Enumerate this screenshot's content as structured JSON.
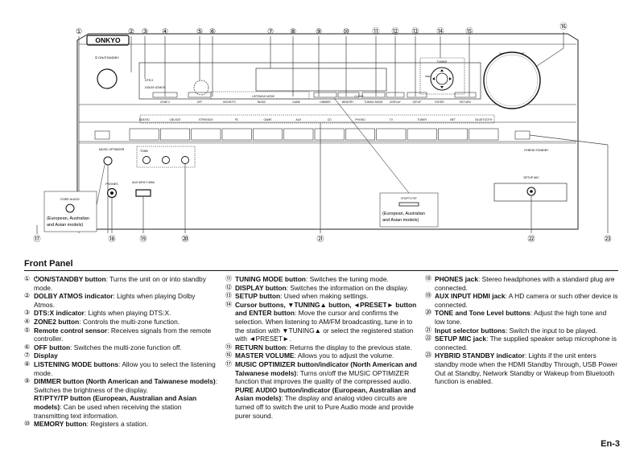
{
  "diagram": {
    "callouts": [
      "①",
      "②",
      "③",
      "④",
      "⑤",
      "⑥",
      "⑦",
      "⑧",
      "⑨",
      "⑩",
      "⑪",
      "⑫",
      "⑬",
      "⑭",
      "⑮",
      "⑯",
      "⑰",
      "⑱",
      "⑲",
      "⑳",
      "㉑",
      "㉒",
      "㉓"
    ],
    "brand": "ONKYO",
    "on_standby_label": "⏻ ON/STANDBY",
    "dts_x_label": "DTS:X",
    "dolby_atmos_label": "DOLBY ATMOS",
    "zone2_label": "ZONE 2",
    "off_label": "OFF",
    "listening_mode_label": "LISTENING MODE",
    "dimmer_label": "DIMMER",
    "memory_label": "MEMORY",
    "tuning_mode_label": "TUNING MODE",
    "display_label": "DISPLAY",
    "setup_label": "SETUP",
    "enter_label": "ENTER",
    "return_label": "RETURN",
    "tuning_label": "TUNING",
    "preset_label": "PRESET",
    "master_volume_label": "MASTER VOLUME",
    "movie_tv_label": "MOVIE/TV",
    "music_label": "MUSIC",
    "game_label": "GAME",
    "clear_label": "CLEAR",
    "input_buttons": [
      "BD/DVD",
      "CBL/SAT",
      "STRM BOX",
      "PC",
      "GAME",
      "AUX",
      "CD",
      "PHONO",
      "TV",
      "TUNER",
      "NET",
      "BLUETOOTH"
    ],
    "music_optimizer_label": "MUSIC OPTIMIZER",
    "hybrid_standby_label": "HYBRID STANDBY",
    "tone_label": "TONE",
    "phones_label": "PHONES",
    "aux_input_label": "AUX INPUT HDMI",
    "setup_mic_label": "SETUP MIC",
    "pure_audio_label": "PURE AUDIO",
    "rt_pty_tp_label": "RT/PTY/TP",
    "region_note": "(European, Australian and Asian models)"
  },
  "section_title": "Front Panel",
  "items": [
    {
      "num": "①",
      "title": "⏻ON/STANDBY button",
      "text": ": Turns the unit on or into standby mode."
    },
    {
      "num": "②",
      "title": "DOLBY ATMOS indicator",
      "text": ": Lights when playing Dolby Atmos."
    },
    {
      "num": "③",
      "title": "DTS:X indicator",
      "text": ": Lights when playing DTS:X."
    },
    {
      "num": "④",
      "title": "ZONE2 button",
      "text": ": Controls the multi-zone function."
    },
    {
      "num": "⑤",
      "title": "Remote control sensor",
      "text": ": Receives signals from the remote controller."
    },
    {
      "num": "⑥",
      "title": "OFF button",
      "text": ": Switches the multi-zone function off."
    },
    {
      "num": "⑦",
      "title": "Display",
      "text": ""
    },
    {
      "num": "⑧",
      "title": "LISTENING MODE buttons",
      "text": ": Allow you to select the listening mode."
    },
    {
      "num": "⑨",
      "title": "DIMMER button (North American and Taiwanese models)",
      "text": ": Switches the brightness of the display.",
      "title2": "RT/PTY/TP button (European, Australian and Asian models)",
      "text2": ": Can be used when receiving the station transmitting text information."
    },
    {
      "num": "⑩",
      "title": "MEMORY button",
      "text": ": Registers a station."
    },
    {
      "num": "⑪",
      "title": "TUNING MODE button",
      "text": ": Switches the tuning mode."
    },
    {
      "num": "⑫",
      "title": "DISPLAY button",
      "text": ": Switches the information on the display."
    },
    {
      "num": "⑬",
      "title": "SETUP button",
      "text": ": Used when making settings."
    },
    {
      "num": "⑭",
      "title": "Cursor buttons, ▼TUNING▲ button, ◄PRESET► button and ENTER button",
      "text": ": Move the cursor and confirms the selection. When listening to AM/FM broadcasting, tune in to the station with ▼TUNING▲ or select the registered station with ◄PRESET►."
    },
    {
      "num": "⑮",
      "title": "RETURN button",
      "text": ": Returns the display to the previous state."
    },
    {
      "num": "⑯",
      "title": "MASTER VOLUME",
      "text": ": Allows you to adjust the volume."
    },
    {
      "num": "⑰",
      "title": "MUSIC OPTIMIZER button/indicator (North American and Taiwanese models)",
      "text": ": Turns on/off the MUSIC OPTIMIZER function that improves the quality of the compressed audio.",
      "title2": "PURE AUDIO button/indicator (European, Australian and Asian models)",
      "text2": ": The display and analog video circuits are turned off to switch the unit to Pure Audio mode and provide purer sound."
    },
    {
      "num": "⑱",
      "title": "PHONES jack",
      "text": ": Stereo headphones with a standard plug are connected."
    },
    {
      "num": "⑲",
      "title": "AUX INPUT HDMI jack",
      "text": ": A HD camera or such other device is connected."
    },
    {
      "num": "⑳",
      "title": "TONE and Tone Level buttons",
      "text": ": Adjust the high tone and low tone."
    },
    {
      "num": "㉑",
      "title": "Input selector buttons",
      "text": ": Switch the input to be played."
    },
    {
      "num": "㉒",
      "title": "SETUP MIC jack",
      "text": ": The supplied speaker setup microphone is connected."
    },
    {
      "num": "㉓",
      "title": "HYBRID STANDBY indicator",
      "text": ": Lights if the unit enters standby mode when the HDMI Standby Through, USB Power Out at Standby, Network Standby or Wakeup from Bluetooth function is enabled."
    }
  ],
  "page_number": "En-3"
}
